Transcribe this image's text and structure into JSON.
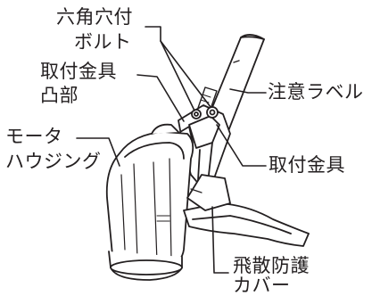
{
  "labels": {
    "hex_bolt": [
      "六角穴付",
      "ボルト"
    ],
    "bracket_boss": [
      "取付金具",
      "凸部"
    ],
    "motor_housing": [
      "モータ",
      "ハウジング"
    ],
    "caution_label": "注意ラベル",
    "bracket": "取付金具",
    "guard_cover": [
      "飛散防護",
      "カバー"
    ]
  }
}
